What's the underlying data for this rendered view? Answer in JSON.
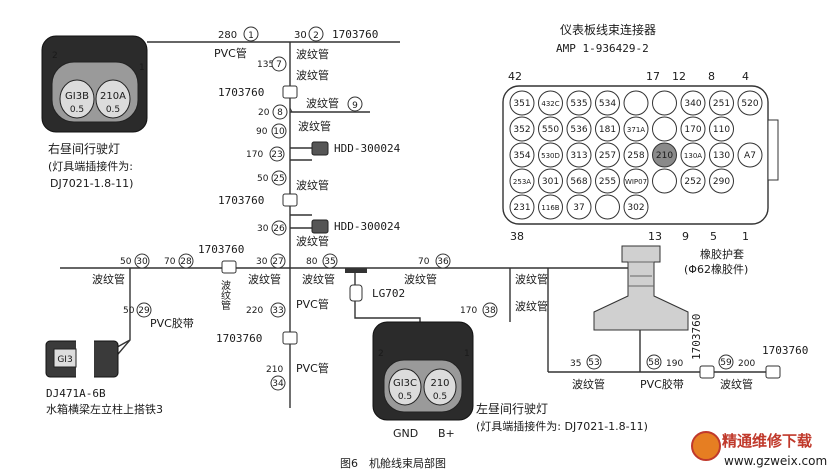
{
  "caption": "图6　机舱线束局部图",
  "lamp_right": {
    "label1": "右昼间行驶灯",
    "label2": "(灯具端插接件为:",
    "label3": "DJ7021-1.8-11)",
    "pin_a": "GI3B",
    "pin_a_sub": "0.5",
    "pin_b": "210A",
    "pin_b_sub": "0.5",
    "num1": "2",
    "num2": "1"
  },
  "lamp_left": {
    "label1": "左昼间行驶灯",
    "label2": "(灯具端插接件为: DJ7021-1.8-11)",
    "pin_a": "GI3C",
    "pin_a_sub": "0.5",
    "pin_b": "210",
    "pin_b_sub": "0.5",
    "num1": "2",
    "num2": "1",
    "gnd": "GND",
    "bplus": "B+"
  },
  "ground": {
    "pin": "GI3",
    "part": "DJ471A-6B",
    "desc": "水箱横梁左立柱上搭铁3"
  },
  "connector": {
    "title": "仪表板线束连接器",
    "part": "AMP 1-936429-2",
    "n42": "42",
    "n17": "17",
    "n12": "12",
    "n8": "8",
    "n4": "4",
    "n38": "38",
    "n13": "13",
    "n9": "9",
    "n5": "5",
    "n1": "1",
    "boot1": "橡胶护套",
    "boot2": "(Φ62橡胶件)",
    "cells": [
      "351",
      "432C",
      "535",
      "534",
      "",
      "",
      "340",
      "251",
      "520",
      "352",
      "550",
      "536",
      "181",
      "371A",
      "",
      "170",
      "110",
      "354",
      "530D",
      "313",
      "257",
      "258",
      "210",
      "130A",
      "130",
      "A7",
      "253A",
      "301",
      "568",
      "255",
      "WIP07",
      "",
      "252",
      "290",
      "231",
      "116B",
      "37",
      "",
      "302"
    ]
  },
  "labels": {
    "pvc": "PVC管",
    "bowen": "波纹管",
    "pvcband": "PVC胶带",
    "p1703760": "1703760",
    "hdd": "HDD-300024",
    "lg": "LG702"
  },
  "segments": [
    {
      "len": "280",
      "id": "1"
    },
    {
      "len": "30",
      "id": "2"
    },
    {
      "len": "135",
      "id": "7"
    },
    {
      "len": "20",
      "id": "8"
    },
    {
      "len": "",
      "id": "9"
    },
    {
      "len": "90",
      "id": "10"
    },
    {
      "len": "170",
      "id": "23"
    },
    {
      "len": "50",
      "id": "25"
    },
    {
      "len": "30",
      "id": "26"
    },
    {
      "len": "30",
      "id": "27"
    },
    {
      "len": "50",
      "id": "30"
    },
    {
      "len": "70",
      "id": "28"
    },
    {
      "len": "50",
      "id": "29"
    },
    {
      "len": "220",
      "id": "33"
    },
    {
      "len": "210",
      "id": "34"
    },
    {
      "len": "80",
      "id": "35"
    },
    {
      "len": "70",
      "id": "36"
    },
    {
      "len": "170",
      "id": "38"
    },
    {
      "len": "35",
      "id": "53"
    },
    {
      "len": "190",
      "id": "58"
    },
    {
      "len": "200",
      "id": "59"
    }
  ],
  "watermark": {
    "cn": "精通维修下载",
    "url": "www.gzweix.com"
  }
}
